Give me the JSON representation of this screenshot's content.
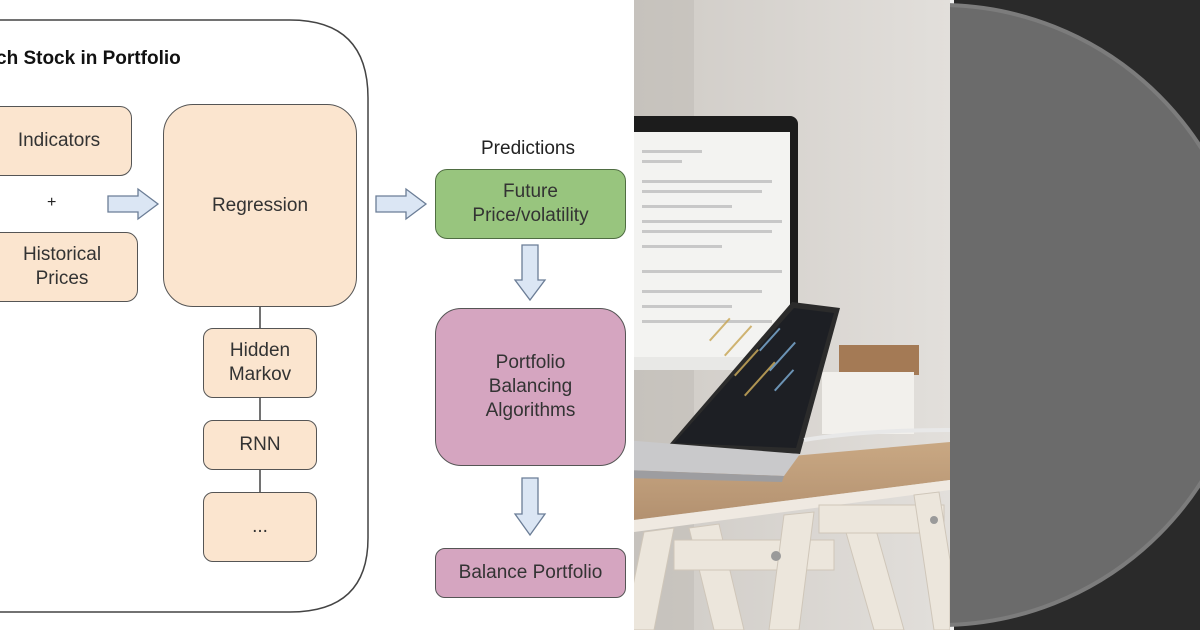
{
  "diagram": {
    "group_title": "ch Stock in Portfolio",
    "indicators": "Indicators",
    "plus": "+",
    "historical_prices": "Historical\nPrices",
    "regression": "Regression",
    "hidden_markov": "Hidden\nMarkov",
    "rnn": "RNN",
    "ellipsis": "...",
    "predictions_label": "Predictions",
    "future_price": "Future\nPrice/volatility",
    "portfolio_balancing": "Portfolio\nBalancing\nAlgorithms",
    "balance_portfolio": "Balance Portfolio"
  },
  "colors": {
    "peach": "#fbe5cf",
    "green": "#98c57e",
    "pink": "#d5a5c0",
    "arrow_fill": "#dbe6f4",
    "arrow_stroke": "#6b7d96",
    "dark_bg": "#2a2a2a",
    "circle": "#6b6b6b"
  }
}
